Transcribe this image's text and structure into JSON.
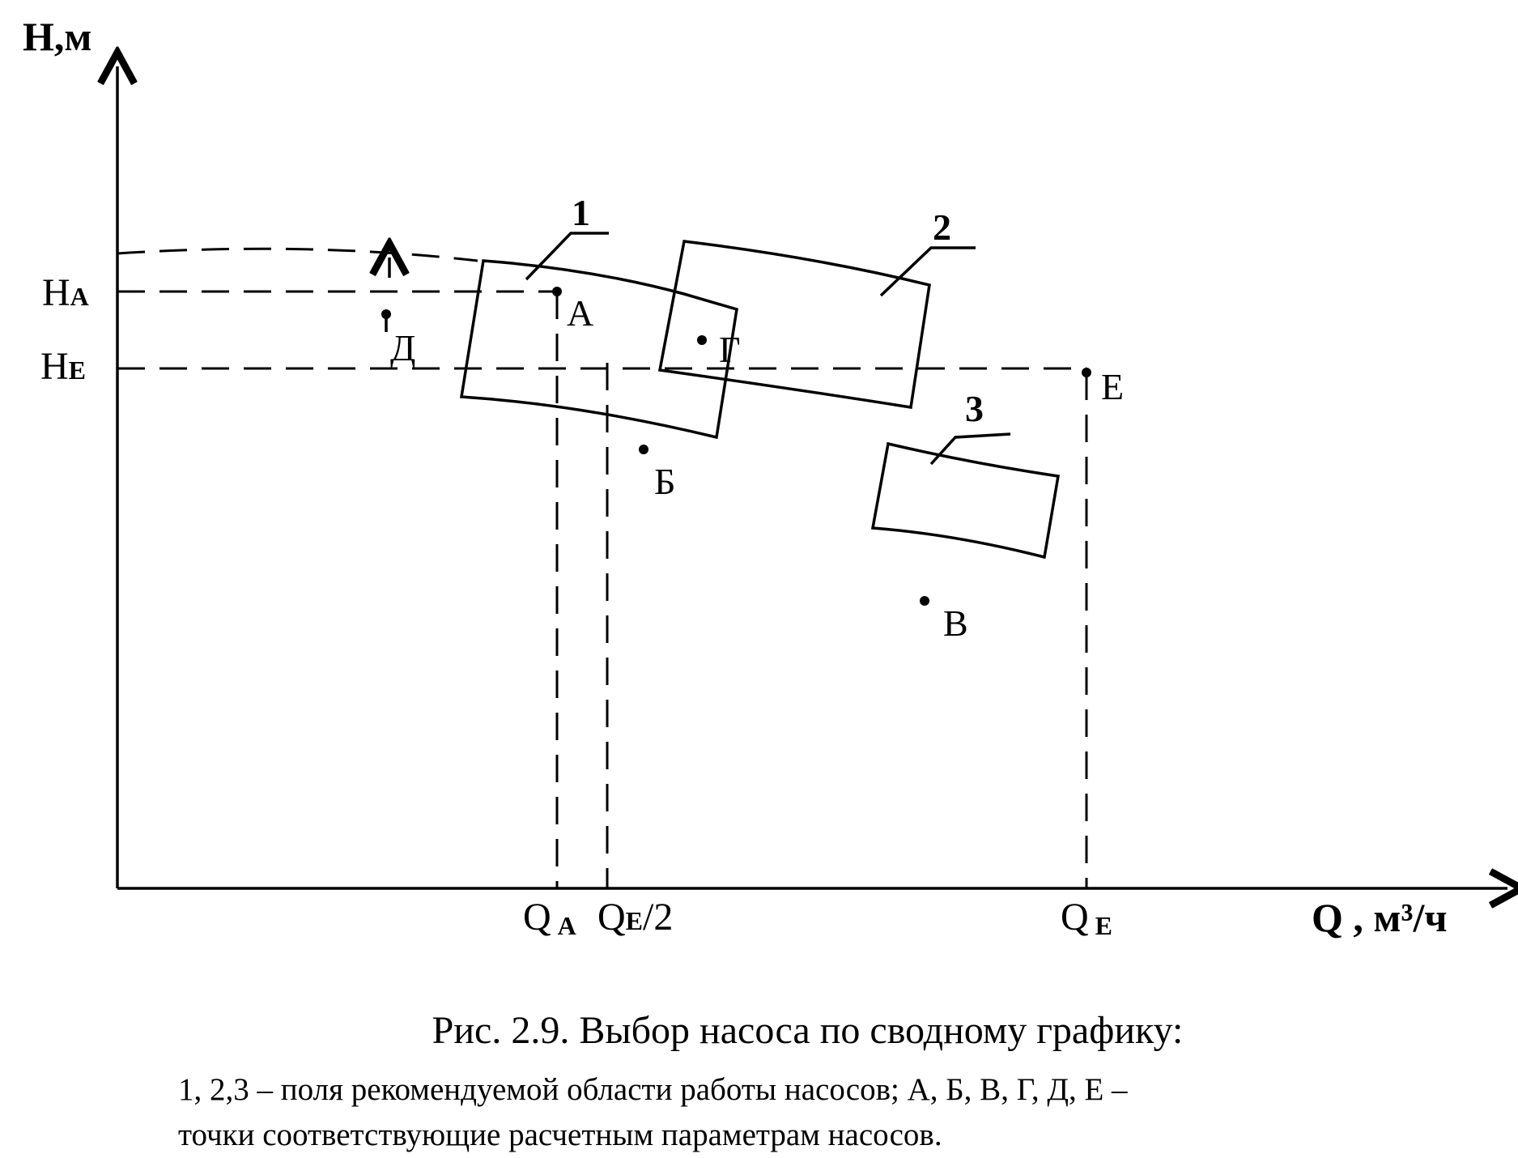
{
  "axes": {
    "y_label": "H,м",
    "x_label": "Q , м³/ч"
  },
  "ticks": {
    "h_a": {
      "main": "H",
      "sub": "А"
    },
    "h_e": {
      "main": "H",
      "sub": "Е"
    },
    "q_a": {
      "main": "Q",
      "sub": "А"
    },
    "q_e_half": {
      "main": "Q",
      "sub": "Е",
      "tail": "/2"
    },
    "q_e": {
      "main": "Q",
      "sub": "Е"
    }
  },
  "points": [
    {
      "id": "A",
      "label": "А"
    },
    {
      "id": "B",
      "label": "Б"
    },
    {
      "id": "V",
      "label": "В"
    },
    {
      "id": "G",
      "label": "Г"
    },
    {
      "id": "D",
      "label": "Д"
    },
    {
      "id": "E",
      "label": "Е"
    }
  ],
  "fields": [
    {
      "id": "1",
      "label": "1"
    },
    {
      "id": "2",
      "label": "2"
    },
    {
      "id": "3",
      "label": "3"
    }
  ],
  "caption": {
    "title": "Рис. 2.9. Выбор насоса по сводному графику:",
    "legend_line1": "1, 2,3 – поля рекомендуемой области работы насосов; А, Б, В, Г, Д, Е –",
    "legend_line2": "точки соответствующие расчетным параметрам насосов."
  }
}
